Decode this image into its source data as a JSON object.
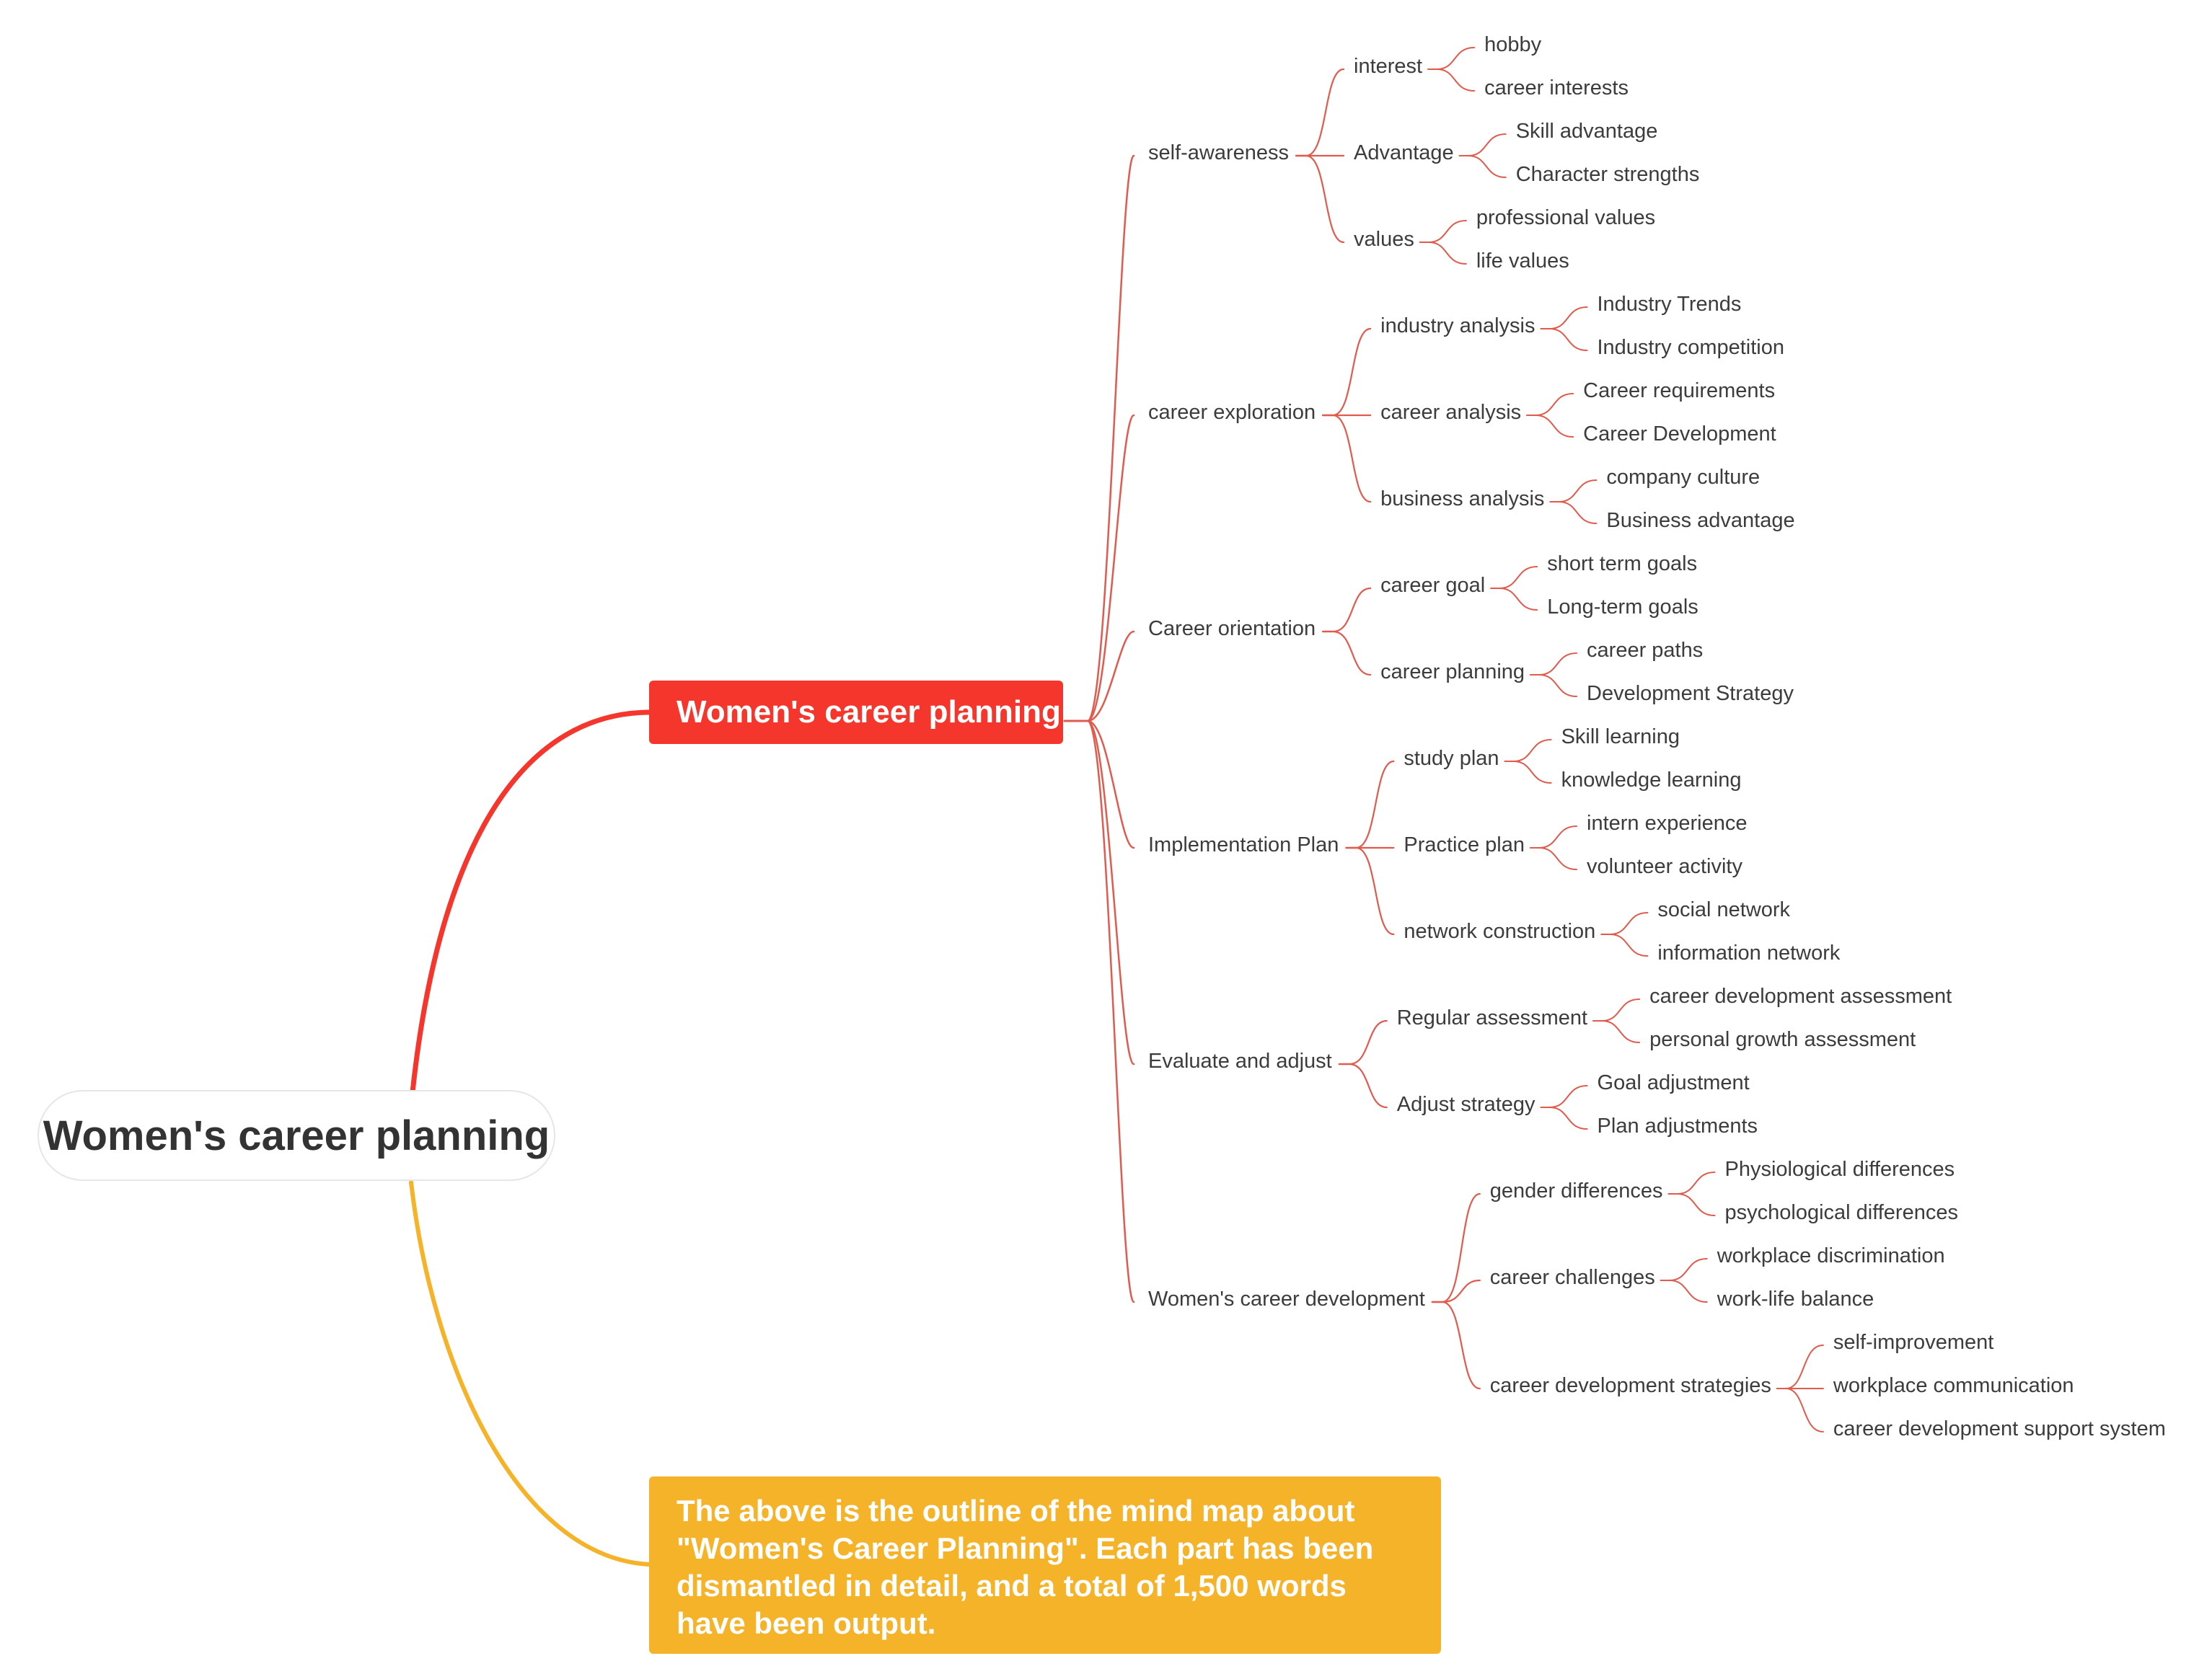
{
  "root": {
    "label": "Women's career planning"
  },
  "main_topic": {
    "label": "Women's career planning"
  },
  "note": {
    "text": "The above is the outline of the mind map about \"Women's Career Planning\". Each part has been dismantled in detail, and a total of 1,500 words have been output."
  },
  "colors": {
    "red": "#f4362c",
    "yellow": "#f5b32a",
    "line": "#e05a4e",
    "text": "#3c3c3c"
  },
  "branches": [
    {
      "label": "self-awareness",
      "children": [
        {
          "label": "interest",
          "children": [
            "hobby",
            "career interests"
          ]
        },
        {
          "label": "Advantage",
          "children": [
            "Skill advantage",
            "Character strengths"
          ]
        },
        {
          "label": "values",
          "children": [
            "professional values",
            "life values"
          ]
        }
      ]
    },
    {
      "label": "career exploration",
      "children": [
        {
          "label": "industry analysis",
          "children": [
            "Industry Trends",
            "Industry competition"
          ]
        },
        {
          "label": "career analysis",
          "children": [
            "Career requirements",
            "Career Development"
          ]
        },
        {
          "label": "business analysis",
          "children": [
            "company culture",
            "Business advantage"
          ]
        }
      ]
    },
    {
      "label": "Career orientation",
      "children": [
        {
          "label": "career goal",
          "children": [
            "short term goals",
            "Long-term goals"
          ]
        },
        {
          "label": "career planning",
          "children": [
            "career paths",
            "Development Strategy"
          ]
        }
      ]
    },
    {
      "label": "Implementation Plan",
      "children": [
        {
          "label": "study plan",
          "children": [
            "Skill learning",
            "knowledge learning"
          ]
        },
        {
          "label": "Practice plan",
          "children": [
            "intern experience",
            "volunteer activity"
          ]
        },
        {
          "label": "network construction",
          "children": [
            "social network",
            "information network"
          ]
        }
      ]
    },
    {
      "label": "Evaluate and adjust",
      "children": [
        {
          "label": "Regular assessment",
          "children": [
            "career development assessment",
            "personal growth assessment"
          ]
        },
        {
          "label": "Adjust strategy",
          "children": [
            "Goal adjustment",
            "Plan adjustments"
          ]
        }
      ]
    },
    {
      "label": "Women's career development",
      "children": [
        {
          "label": "gender differences",
          "children": [
            "Physiological differences",
            "psychological differences"
          ]
        },
        {
          "label": "career challenges",
          "children": [
            "workplace discrimination",
            "work-life balance"
          ]
        },
        {
          "label": "career development strategies",
          "children": [
            "self-improvement",
            "workplace communication",
            "career development support system"
          ]
        }
      ]
    }
  ]
}
